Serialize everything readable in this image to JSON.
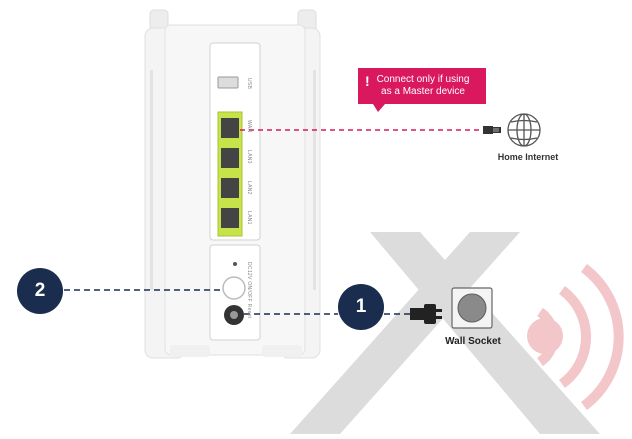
{
  "callout": {
    "alert_icon": "exclamation-icon",
    "line1": "Connect only if using",
    "line2": "as a Master device"
  },
  "labels": {
    "home_internet": "Home Internet",
    "wall_socket": "Wall Socket"
  },
  "steps": [
    {
      "number": "2"
    },
    {
      "number": "1"
    }
  ],
  "router": {
    "usb_label": "USB",
    "wan_label": "WAN",
    "lan_labels": [
      "LAN1",
      "LAN2",
      "LAN3"
    ],
    "power_label": "DC12V ON/OFF Reset"
  },
  "colors": {
    "callout_pink": "#d9185e",
    "badge_navy": "#1b2d4f",
    "port_green": "#c6e44a",
    "watermark_grey": "#d8d8d8",
    "watermark_red": "#f6c9cc"
  }
}
